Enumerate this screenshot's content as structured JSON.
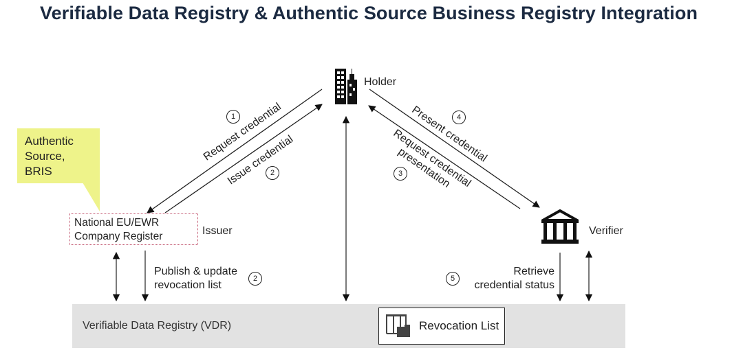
{
  "title": "Verifiable Data Registry & Authentic Source Business Registry Integration",
  "roles": {
    "holder": "Holder",
    "issuer": "Issuer",
    "verifier": "Verifier"
  },
  "callout": {
    "line1": "Authentic",
    "line2": "Source,",
    "line3": "BRIS",
    "color": "#eef38a"
  },
  "issuer_box": {
    "line1": "National EU/EWR",
    "line2": "Company Register"
  },
  "flows": {
    "request_credential": {
      "step": "1",
      "label": "Request credential"
    },
    "issue_credential": {
      "step": "2",
      "label": "Issue credential"
    },
    "request_presentation": {
      "step": "3",
      "line1": "Request credential",
      "line2": "presentation"
    },
    "present_credential": {
      "step": "4",
      "label": "Present credential"
    },
    "publish_revocation": {
      "step": "2",
      "line1": "Publish & update",
      "line2": "revocation list"
    },
    "retrieve_status": {
      "step": "5",
      "line1": "Retrieve",
      "line2": "credential status"
    }
  },
  "vdr": {
    "label": "Verifiable Data Registry (VDR)",
    "revocation_list": "Revocation List",
    "band_color": "#e2e2e2"
  },
  "icons": {
    "holder": "office-buildings-icon",
    "verifier": "bank-building-icon",
    "revocation_list": "table-folder-icon"
  }
}
